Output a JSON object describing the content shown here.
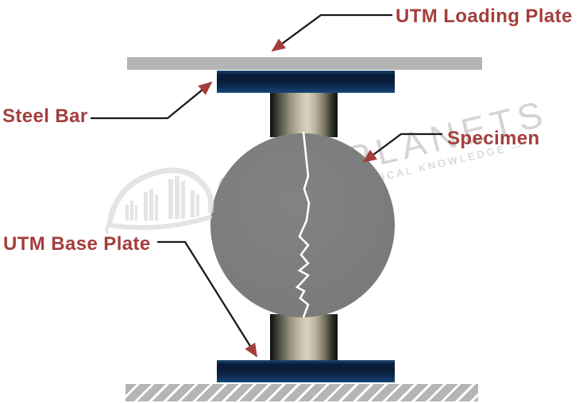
{
  "labels": {
    "loading_plate": "UTM Loading Plate",
    "steel_bar": "Steel Bar",
    "specimen": "Specimen",
    "base_plate": "UTM Base Plate"
  },
  "watermark": {
    "brand": "CIVIL PLANETS",
    "tagline": "— THEORY VS PRACTICAL KNOWLEDGE —"
  },
  "colors": {
    "label_text": "#A43E3C",
    "leader_line": "#1A1A1A",
    "arrowhead": "#A43E3C",
    "loading_plate_gray": "#B4B4B4",
    "steel_plate_navy_dark": "#0A1C38",
    "steel_plate_navy_light": "#164878",
    "cylinder_highlight": "#D8D2BD",
    "specimen_gray": "#7D7D7D",
    "ground_hatch_gray": "#B5B5B5",
    "crack": "#FFFFFF",
    "watermark_gray": "#A8A8A8"
  }
}
